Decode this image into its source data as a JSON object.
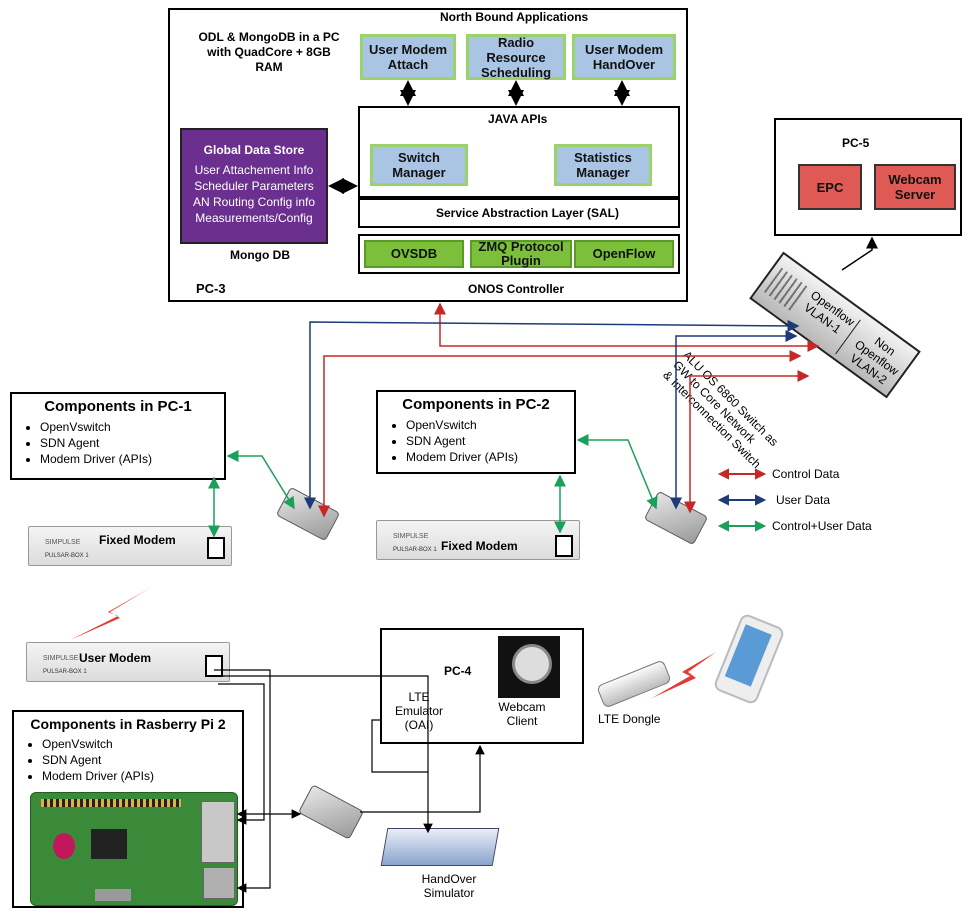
{
  "pc3": {
    "spec": "ODL & MongoDB in a PC with QuadCore + 8GB RAM",
    "north_bound": "North Bound Applications",
    "apps": [
      "User Modem Attach",
      "Radio Resource Scheduling",
      "User Modem HandOver"
    ],
    "java_apis": "JAVA APIs",
    "switch_manager": "Switch Manager",
    "statistics_manager": "Statistics Manager",
    "sal": "Service Abstraction Layer (SAL)",
    "plugins": [
      "OVSDB",
      "ZMQ Protocol Plugin",
      "OpenFlow"
    ],
    "onos": "ONOS Controller",
    "label": "PC-3",
    "gds_title": "Global Data Store",
    "gds_items": [
      "User Attachement Info",
      "Scheduler Parameters",
      "AN Routing Config info",
      "Measurements/Config"
    ],
    "mongo": "Mongo DB"
  },
  "pc5": {
    "label": "PC-5",
    "epc": "EPC",
    "webcam_server": "Webcam Server"
  },
  "switch": {
    "openflow": "Openflow VLAN-1",
    "non_openflow": "Non Openflow VLAN-2",
    "caption_lines": [
      "ALU OS 6860 Switch as",
      "GW to Core Network",
      "& Interconnection Switch"
    ]
  },
  "pc1": {
    "title": "Components in PC-1",
    "items": [
      "OpenVswitch",
      "SDN Agent",
      "Modem Driver (APIs)"
    ]
  },
  "pc2": {
    "title": "Components in PC-2",
    "items": [
      "OpenVswitch",
      "SDN Agent",
      "Modem Driver (APIs)"
    ]
  },
  "rpi": {
    "title": "Components in Rasberry Pi 2",
    "items": [
      "OpenVswitch",
      "SDN Agent",
      "Modem Driver (APIs)"
    ]
  },
  "modems": {
    "fixed": "Fixed Modem",
    "user": "User Modem",
    "brand": "SIMPULSE",
    "model": "PULSAR-BOX 1"
  },
  "pc4": {
    "label": "PC-4",
    "lte_emulator": "LTE Emulator (OAI)",
    "webcam_client": "Webcam Client"
  },
  "lte_dongle": "LTE Dongle",
  "handover_sim": "HandOver Simulator",
  "legend": {
    "items": [
      {
        "label": "Control Data",
        "color": "#c62828"
      },
      {
        "label": "User Data",
        "color": "#1f3a7a"
      },
      {
        "label": "Control+User Data",
        "color": "#1aa05a"
      }
    ]
  }
}
